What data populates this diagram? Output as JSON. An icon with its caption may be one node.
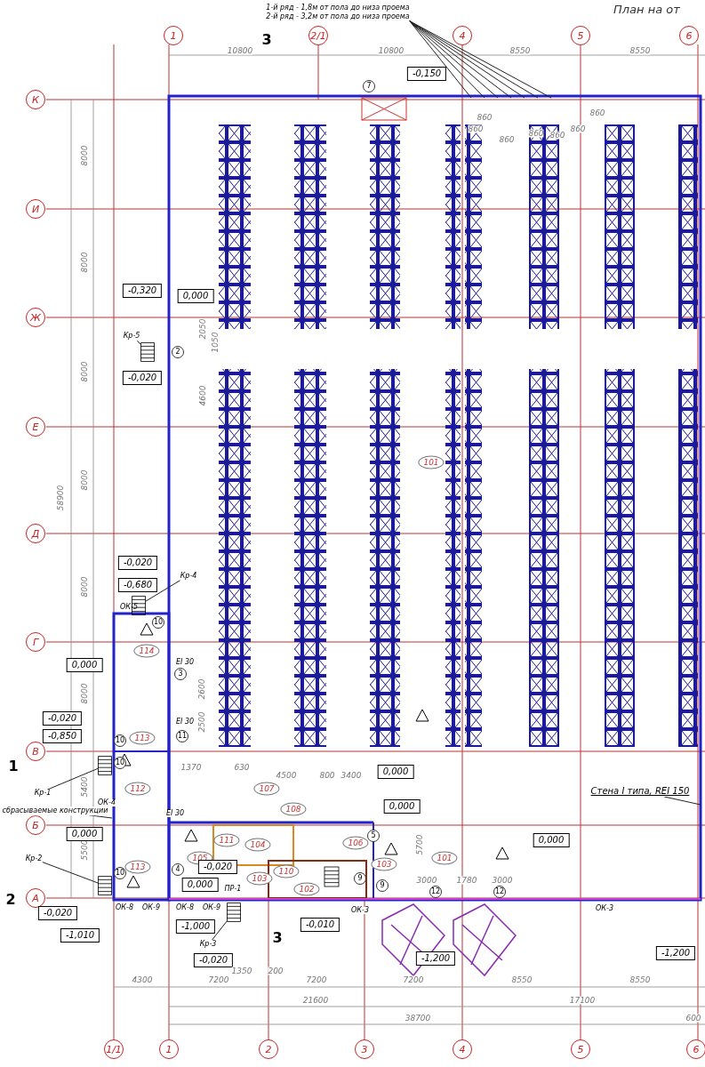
{
  "diagram": {
    "title": "План на от",
    "nodes": [
      {
        "text": [
          "1-й ряд - 1,8м от пола до низа проема",
          "2-й ряд - 3,2м от пола до низа проема"
        ]
      },
      {
        "text": [
          "Стена I типа, REI 150"
        ]
      },
      {
        "text": [
          "Кр-5"
        ]
      },
      {
        "text": [
          "Кр-4"
        ]
      },
      {
        "text": [
          "Кр-1"
        ]
      },
      {
        "text": [
          "сбрасываемые конструкции"
        ]
      },
      {
        "text": [
          "Кр-2"
        ]
      },
      {
        "text": [
          "Кр-3"
        ]
      },
      {
        "text": [],
        "shape": "stairs"
      },
      {
        "text": [],
        "shape": "stairs"
      },
      {
        "text": [],
        "shape": "stairs"
      },
      {
        "text": [],
        "shape": "stairs"
      },
      {
        "text": [],
        "shape": "stairs"
      }
    ],
    "edges": [
      {
        "from": 0,
        "to": null,
        "arrow": "none"
      },
      {
        "from": 0,
        "to": null,
        "arrow": "none"
      },
      {
        "from": 0,
        "to": null,
        "arrow": "none"
      },
      {
        "from": 0,
        "to": null,
        "arrow": "none"
      },
      {
        "from": 0,
        "to": null,
        "arrow": "none"
      },
      {
        "from": 0,
        "to": null,
        "arrow": "none"
      },
      {
        "from": 0,
        "to": null,
        "arrow": "none"
      },
      {
        "from": 1,
        "to": null,
        "arrow": "none"
      },
      {
        "from": 2,
        "to": 8,
        "arrow": "none"
      },
      {
        "from": 3,
        "to": 9,
        "arrow": "none"
      },
      {
        "from": 4,
        "to": 10,
        "arrow": "none"
      },
      {
        "from": 5,
        "to": null,
        "arrow": "none"
      },
      {
        "from": 6,
        "to": 11,
        "arrow": "none"
      },
      {
        "from": 7,
        "to": 12,
        "arrow": "none"
      }
    ],
    "labels": [
      "1",
      "2/1",
      "4",
      "5",
      "6",
      "3",
      "10800",
      "10800",
      "8550",
      "8550",
      "-0,150",
      "7",
      "860",
      "860",
      "860",
      "860",
      "860",
      "860",
      "860",
      "К",
      "И",
      "Ж",
      "Е",
      "Д",
      "Г",
      "В",
      "Б",
      "А",
      "8000",
      "8000",
      "8000",
      "8000",
      "8000",
      "8000",
      "5400",
      "5500",
      "58900",
      "-0,320",
      "0,000",
      "2",
      "-0,020",
      "2050",
      "1050",
      "4600",
      "101",
      "-0,020",
      "-0,680",
      "ОК-5",
      "10",
      "114",
      "0,000",
      "EI 30",
      "3",
      "-0,020",
      "-0,850",
      "EI 30",
      "11",
      "10",
      "113",
      "1",
      "10",
      "112",
      "ОК-4",
      "0,000",
      "113",
      "10",
      "2",
      "105",
      "4",
      "0,000",
      "107",
      "108",
      "111",
      "104",
      "106",
      "103",
      "110",
      "102",
      "103",
      "101",
      "ПР-1",
      "-0,020",
      "EI 30",
      "5",
      "9",
      "9",
      "0,000",
      "0,000",
      "12",
      "12",
      "3000",
      "1780",
      "3000",
      "5700",
      "0,000",
      "-0,020",
      "-1,010",
      "ОК-8",
      "ОК-9",
      "ОК-8",
      "ОК-9",
      "-1,000",
      "-0,020",
      "3",
      "1350",
      "200",
      "ОК-3",
      "-0,010",
      "-1,200",
      "ОК-3",
      "-1,200",
      "4300",
      "7200",
      "7200",
      "7200",
      "8550",
      "8550",
      "21600",
      "17100",
      "38700",
      "600",
      "1/1",
      "1",
      "2",
      "3",
      "4",
      "5",
      "6",
      "1370",
      "630",
      "4500",
      "800",
      "3400",
      "2600",
      "2500"
    ]
  }
}
